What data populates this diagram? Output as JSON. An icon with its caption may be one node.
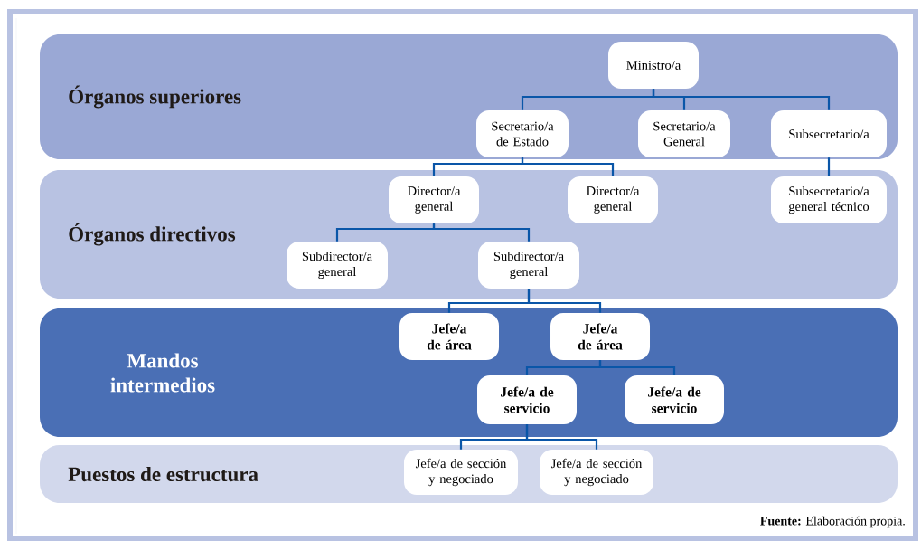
{
  "diagram": {
    "nodes": [
      {
        "text": [
          "Órganos superiores"
        ]
      },
      {
        "text": [
          "Ministro/a"
        ],
        "in": 0
      },
      {
        "text": [
          "Secretario/a de Estado"
        ],
        "in": 0
      },
      {
        "text": [
          "Secretario/a General"
        ],
        "in": 0
      },
      {
        "text": [
          "Subsecretario/a"
        ],
        "in": 0
      },
      {
        "text": [
          "Órganos directivos"
        ]
      },
      {
        "text": [
          "Director/a general"
        ],
        "in": 5
      },
      {
        "text": [
          "Director/a general"
        ],
        "in": 5
      },
      {
        "text": [
          "Subsecretario/a general técnico"
        ],
        "in": 5
      },
      {
        "text": [
          "Subdirector/a general"
        ],
        "in": 5
      },
      {
        "text": [
          "Subdirector/a general"
        ],
        "in": 5
      },
      {
        "text": [
          "Mandos intermedios"
        ]
      },
      {
        "text": [
          "Jefe/a de área"
        ],
        "in": 11
      },
      {
        "text": [
          "Jefe/a de área"
        ],
        "in": 11
      },
      {
        "text": [
          "Jefe/a de servicio"
        ],
        "in": 11
      },
      {
        "text": [
          "Jefe/a de servicio"
        ],
        "in": 11
      },
      {
        "text": [
          "Puestos de estructura"
        ]
      },
      {
        "text": [
          "Jefe/a de sección y negociado"
        ],
        "in": 16
      },
      {
        "text": [
          "Jefe/a de sección y negociado"
        ],
        "in": 16
      }
    ],
    "edges": [
      {
        "from": 1,
        "to": 2,
        "arrow": "none"
      },
      {
        "from": 1,
        "to": 3,
        "arrow": "none"
      },
      {
        "from": 1,
        "to": 4,
        "arrow": "none"
      },
      {
        "from": 2,
        "to": 6,
        "arrow": "none"
      },
      {
        "from": 2,
        "to": 7,
        "arrow": "none"
      },
      {
        "from": 4,
        "to": 8,
        "arrow": "none"
      },
      {
        "from": 6,
        "to": 9,
        "arrow": "none"
      },
      {
        "from": 6,
        "to": 10,
        "arrow": "none"
      },
      {
        "from": 10,
        "to": 12,
        "arrow": "none"
      },
      {
        "from": 10,
        "to": 13,
        "arrow": "none"
      },
      {
        "from": 13,
        "to": 14,
        "arrow": "none"
      },
      {
        "from": 13,
        "to": 15,
        "arrow": "none"
      },
      {
        "from": 14,
        "to": 17,
        "arrow": "none"
      },
      {
        "from": 14,
        "to": 18,
        "arrow": "none"
      }
    ],
    "labels": [
      "**Fuente:** Elaboración propia."
    ]
  }
}
